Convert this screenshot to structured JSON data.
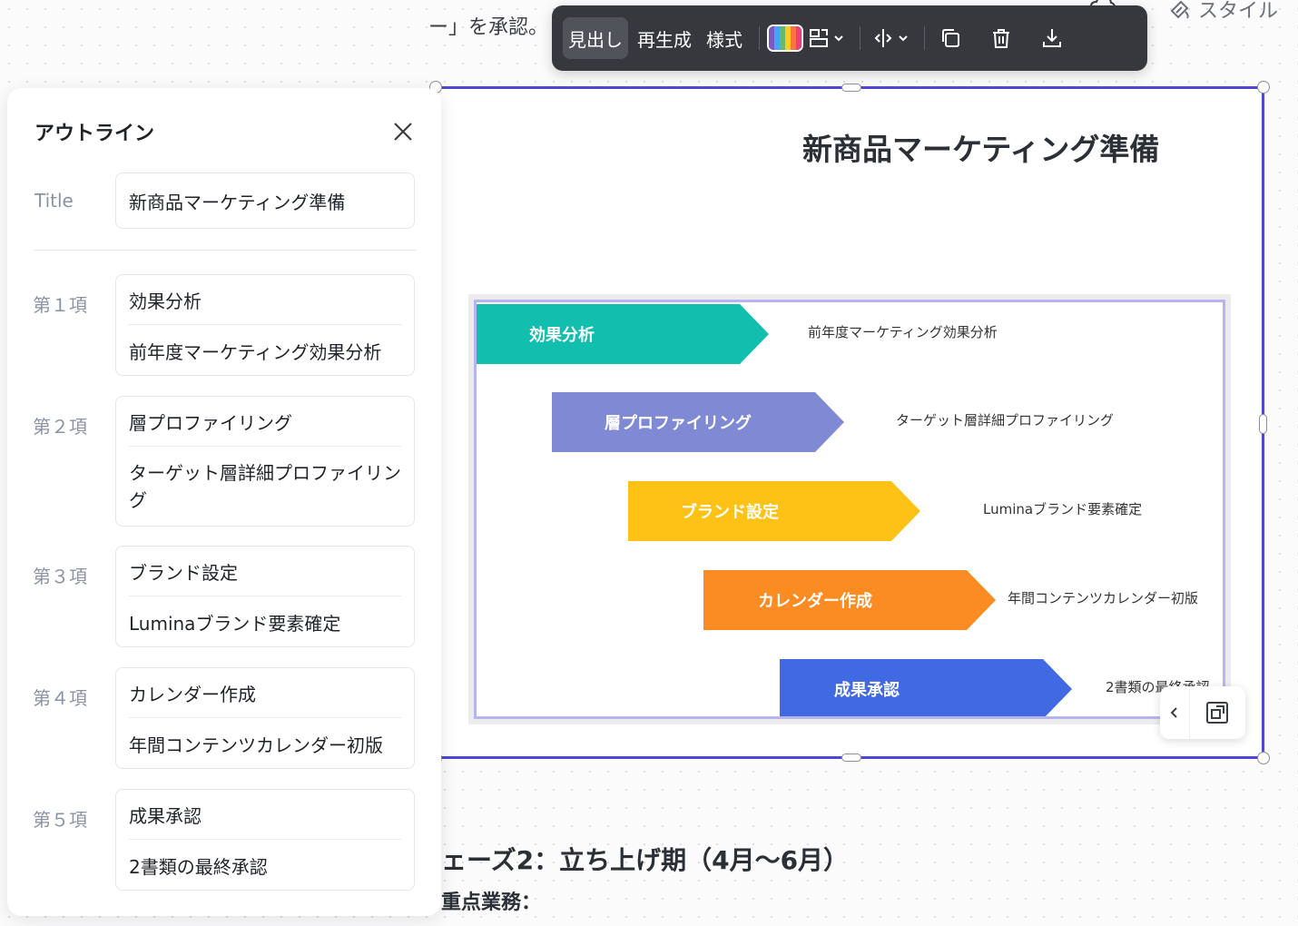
{
  "document": {
    "snippet_text": "ー」を承認。",
    "style_label": "スタイル",
    "section_heading": "ェーズ2：立ち上げ期（4月～6月）",
    "section_subheading": "重点業務："
  },
  "toolbar": {
    "heading_label": "見出し",
    "regenerate_label": "再生成",
    "style_label": "様式",
    "palette_colors": [
      "#7e57c2",
      "#42a5f5",
      "#66bb6a",
      "#ffca28",
      "#ff7043",
      "#ec407a"
    ]
  },
  "outline": {
    "title": "アウトライン",
    "title_row_label": "Title",
    "title_value": "新商品マーケティング準備",
    "items": [
      {
        "label": "第１項",
        "heading": "効果分析",
        "detail": "前年度マーケティング効果分析"
      },
      {
        "label": "第２項",
        "heading": "層プロファイリング",
        "detail": "ターゲット層詳細プロファイリング"
      },
      {
        "label": "第３項",
        "heading": "ブランド設定",
        "detail": "Luminaブランド要素確定"
      },
      {
        "label": "第４項",
        "heading": "カレンダー作成",
        "detail": "年間コンテンツカレンダー初版"
      },
      {
        "label": "第５項",
        "heading": "成果承認",
        "detail": "2書類の最終承認"
      }
    ]
  },
  "slide": {
    "title": "新商品マーケティング準備",
    "steps": [
      {
        "label": "効果分析",
        "desc": "前年度マーケティング効果分析",
        "color": "#12bfae"
      },
      {
        "label": "層プロファイリング",
        "desc": "ターゲット層詳細プロファイリング",
        "color": "#8089d4"
      },
      {
        "label": "ブランド設定",
        "desc": "Luminaブランド要素確定",
        "color": "#fec216"
      },
      {
        "label": "カレンダー作成",
        "desc": "年間コンテンツカレンダー初版",
        "color": "#fb8c23"
      },
      {
        "label": "成果承認",
        "desc": "2書類の最終承認",
        "color": "#4169e1"
      }
    ]
  }
}
